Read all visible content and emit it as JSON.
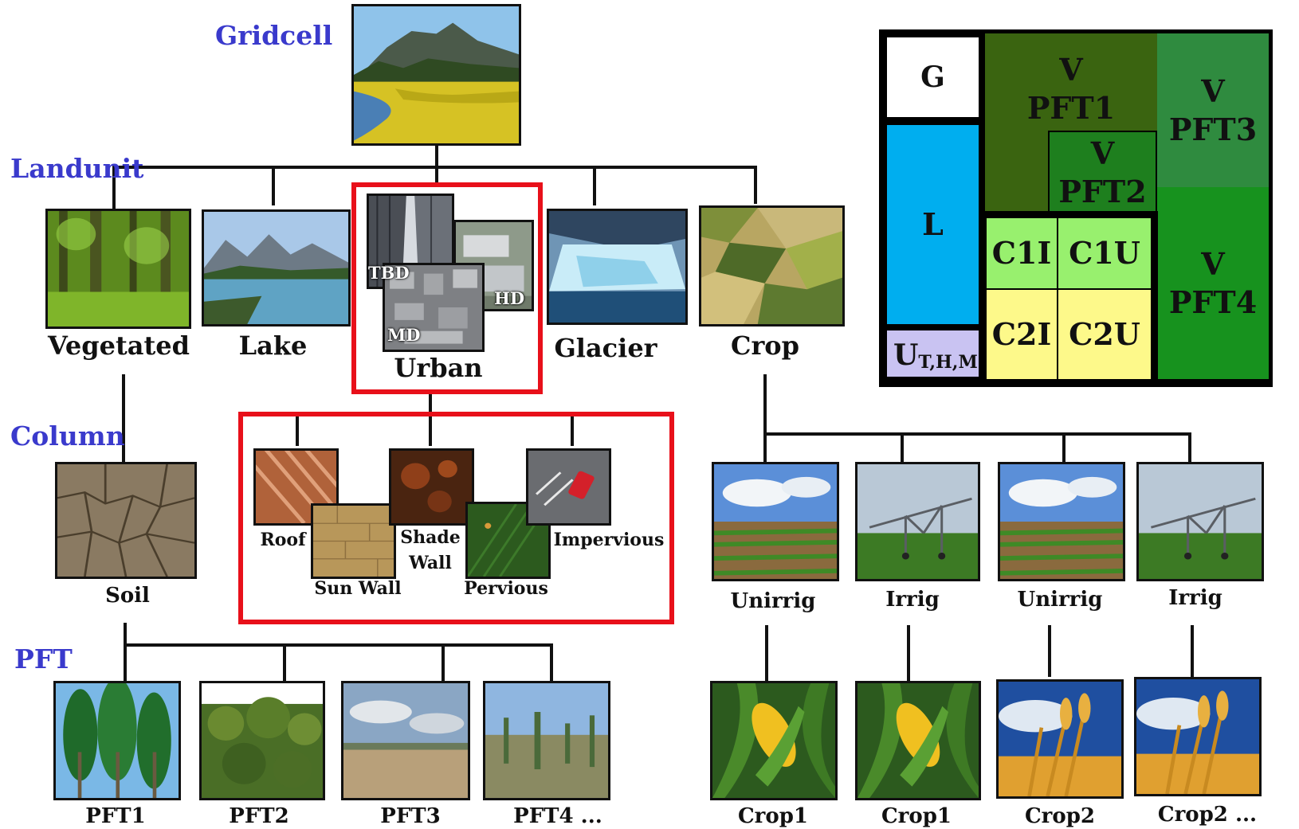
{
  "levels": {
    "gridcell": "Gridcell",
    "landunit": "Landunit",
    "column": "Column",
    "pft": "PFT"
  },
  "landunits": {
    "vegetated": "Vegetated",
    "lake": "Lake",
    "urban": "Urban",
    "glacier": "Glacier",
    "crop": "Crop"
  },
  "urban_types": {
    "tbd": "TBD",
    "hd": "HD",
    "md": "MD"
  },
  "columns": {
    "soil": "Soil",
    "roof": "Roof",
    "sun_wall": "Sun Wall",
    "shade_wall_1": "Shade",
    "shade_wall_2": "Wall",
    "pervious": "Pervious",
    "impervious": "Impervious",
    "crop_cols": [
      "Unirrig",
      "Irrig",
      "Unirrig",
      "Irrig"
    ]
  },
  "pfts": [
    "PFT1",
    "PFT2",
    "PFT3",
    "PFT4 ..."
  ],
  "crop_pfts": [
    "Crop1",
    "Crop1",
    "Crop2",
    "Crop2 ..."
  ],
  "area_grid": {
    "g": "G",
    "l": "L",
    "u_main": "U",
    "u_sub": "T,H,M",
    "v": "V",
    "pft1": "PFT1",
    "pft2": "PFT2",
    "pft3": "PFT3",
    "pft4": "PFT4",
    "c1i": "C1I",
    "c1u": "C1U",
    "c2i": "C2I",
    "c2u": "C2U"
  },
  "colors": {
    "level_label": "#3a3acc",
    "highlight": "#e8101a",
    "glacier": "#00aeef",
    "urban_cell": "#c9c3f2",
    "veg_dark": "#3a6410",
    "veg_mid": "#1e7f1e",
    "veg_green": "#2f8b3f",
    "veg_bright": "#17921e",
    "crop_irr": "#98f06e",
    "crop_unirr": "#fdf98a"
  }
}
